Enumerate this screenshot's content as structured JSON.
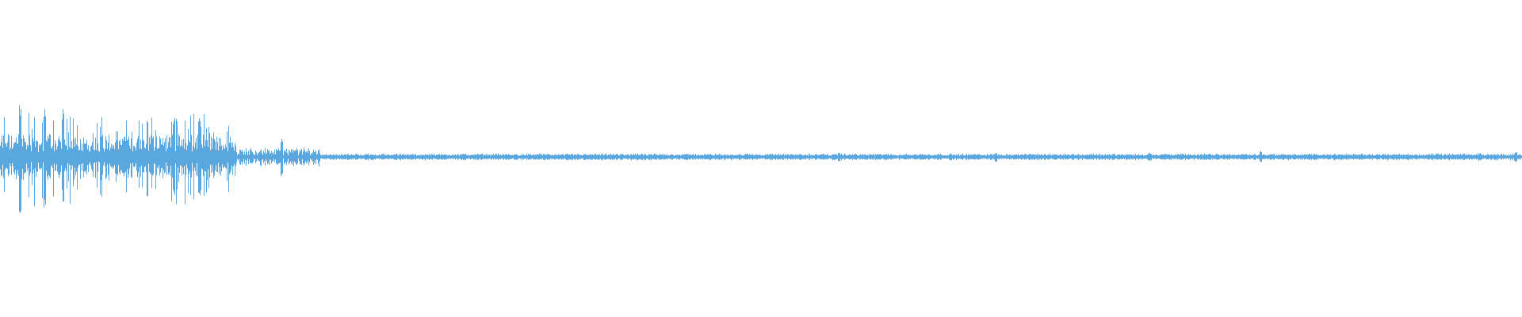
{
  "waveform": {
    "color": "#5aa7e0",
    "background": "#ffffff",
    "bursts": [
      {
        "start": 0.0,
        "end": 0.155,
        "level": 0.85
      },
      {
        "start": 0.155,
        "end": 0.21,
        "level": 0.22
      },
      {
        "start": 0.21,
        "end": 1.0,
        "level": 0.045
      }
    ],
    "peaks": [
      {
        "at": 0.013,
        "level": 0.95
      },
      {
        "at": 0.029,
        "level": 0.85
      },
      {
        "at": 0.041,
        "level": 0.78
      },
      {
        "at": 0.114,
        "level": 0.72
      },
      {
        "at": 0.131,
        "level": 0.68
      },
      {
        "at": 0.185,
        "level": 0.32
      },
      {
        "at": 0.551,
        "level": 0.08
      },
      {
        "at": 0.654,
        "level": 0.08
      },
      {
        "at": 0.755,
        "level": 0.07
      },
      {
        "at": 0.828,
        "level": 0.1
      },
      {
        "at": 0.972,
        "level": 0.07
      },
      {
        "at": 0.996,
        "level": 0.09
      }
    ]
  }
}
